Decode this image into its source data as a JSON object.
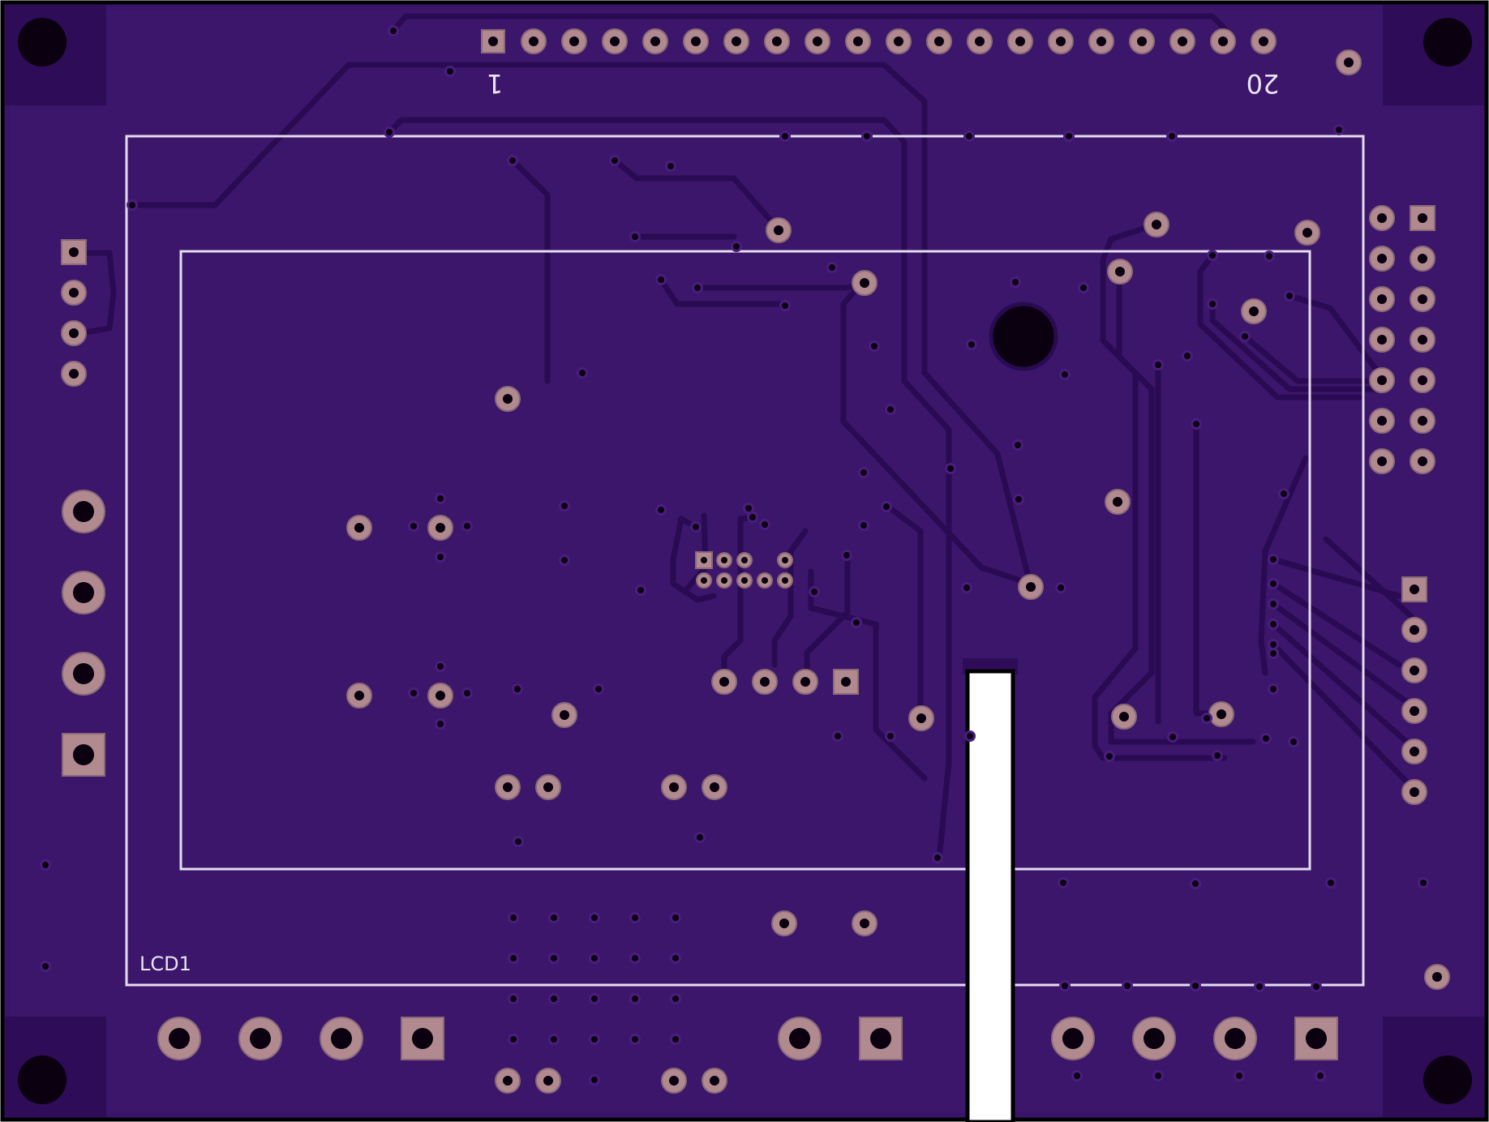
{
  "board": {
    "colors": {
      "substrate": "#3a1468",
      "copper": "#2c0c58",
      "trace": "#2a0a52",
      "trace_edge": "#4a1d7e",
      "pad": "#b08a8e",
      "pad_light": "#c6a3a3",
      "drill": "#0a0010",
      "silk": "#e3dcee",
      "outline": "#000000",
      "slot": "#ffffff"
    }
  },
  "labels": {
    "header_pin_first": "1",
    "header_pin_last": "20",
    "lcd_designator": "LCD1"
  }
}
